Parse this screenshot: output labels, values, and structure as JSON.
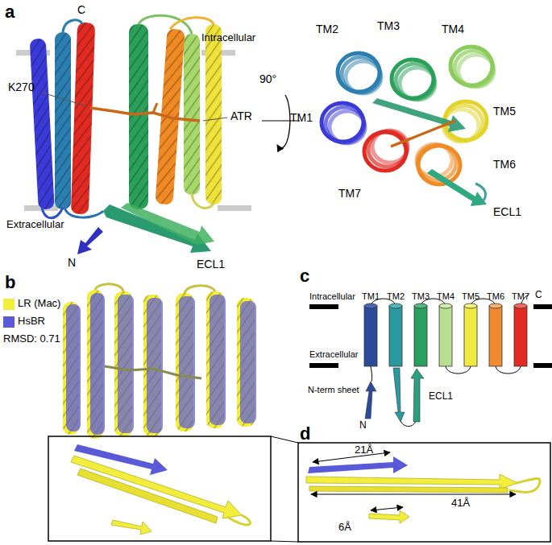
{
  "diagram": {
    "labels": [
      "a",
      "C",
      "Intracellular",
      "K270",
      "ATR",
      "Extracellular",
      "N",
      "ECL1",
      "90°",
      "TM2",
      "TM3",
      "TM4",
      "TM5",
      "TM1",
      "TM6",
      "TM7",
      "ECL1",
      "b",
      "RMSD: 0.71",
      "c",
      "Intracellular",
      "Extracellular",
      "TM1",
      "TM2",
      "TM3",
      "TM4",
      "TM5",
      "TM6",
      "TM7",
      "C",
      "N-term sheet",
      "N",
      "ECL1",
      "d",
      "21Å",
      "41Å",
      "6Å"
    ],
    "legend": [
      {
        "text": "LR (Mac)",
        "color": "#f3ee3c"
      },
      {
        "text": "HsBR",
        "color": "#5a5ad8"
      }
    ]
  }
}
